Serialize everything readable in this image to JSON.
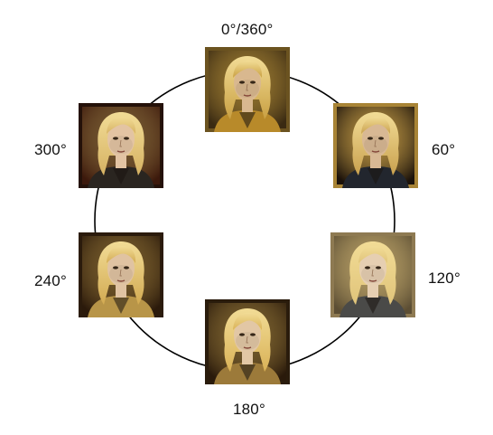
{
  "angles": [
    {
      "key": "a0",
      "label": "0°/360°",
      "frame": "#6b5320",
      "bg": "#3a2a12",
      "hair": "#c9a042",
      "skin": "#d9b88f",
      "armor": "#b88a2a"
    },
    {
      "key": "a60",
      "label": "60°",
      "frame": "#a88436",
      "bg": "#1b120a",
      "hair": "#c9a14e",
      "skin": "#d8b894",
      "armor": "#22262e"
    },
    {
      "key": "a120",
      "label": "120°",
      "frame": "#8e7a52",
      "bg": "#5c4e34",
      "hair": "#e0c47a",
      "skin": "#e6cfb2",
      "armor": "#4a4a48"
    },
    {
      "key": "a180",
      "label": "180°",
      "frame": "#2a1c0c",
      "bg": "#2a1a0b",
      "hair": "#d9b257",
      "skin": "#e2c7a5",
      "armor": "#9c7a3a"
    },
    {
      "key": "a240",
      "label": "240°",
      "frame": "#2b1b0c",
      "bg": "#2b1a0b",
      "hair": "#d2aa52",
      "skin": "#e0c3a2",
      "armor": "#b89548"
    },
    {
      "key": "a300",
      "label": "300°",
      "frame": "#241109",
      "bg": "#3c190c",
      "hair": "#d6b263",
      "skin": "#e3c4a3",
      "armor": "#2a2520"
    }
  ]
}
